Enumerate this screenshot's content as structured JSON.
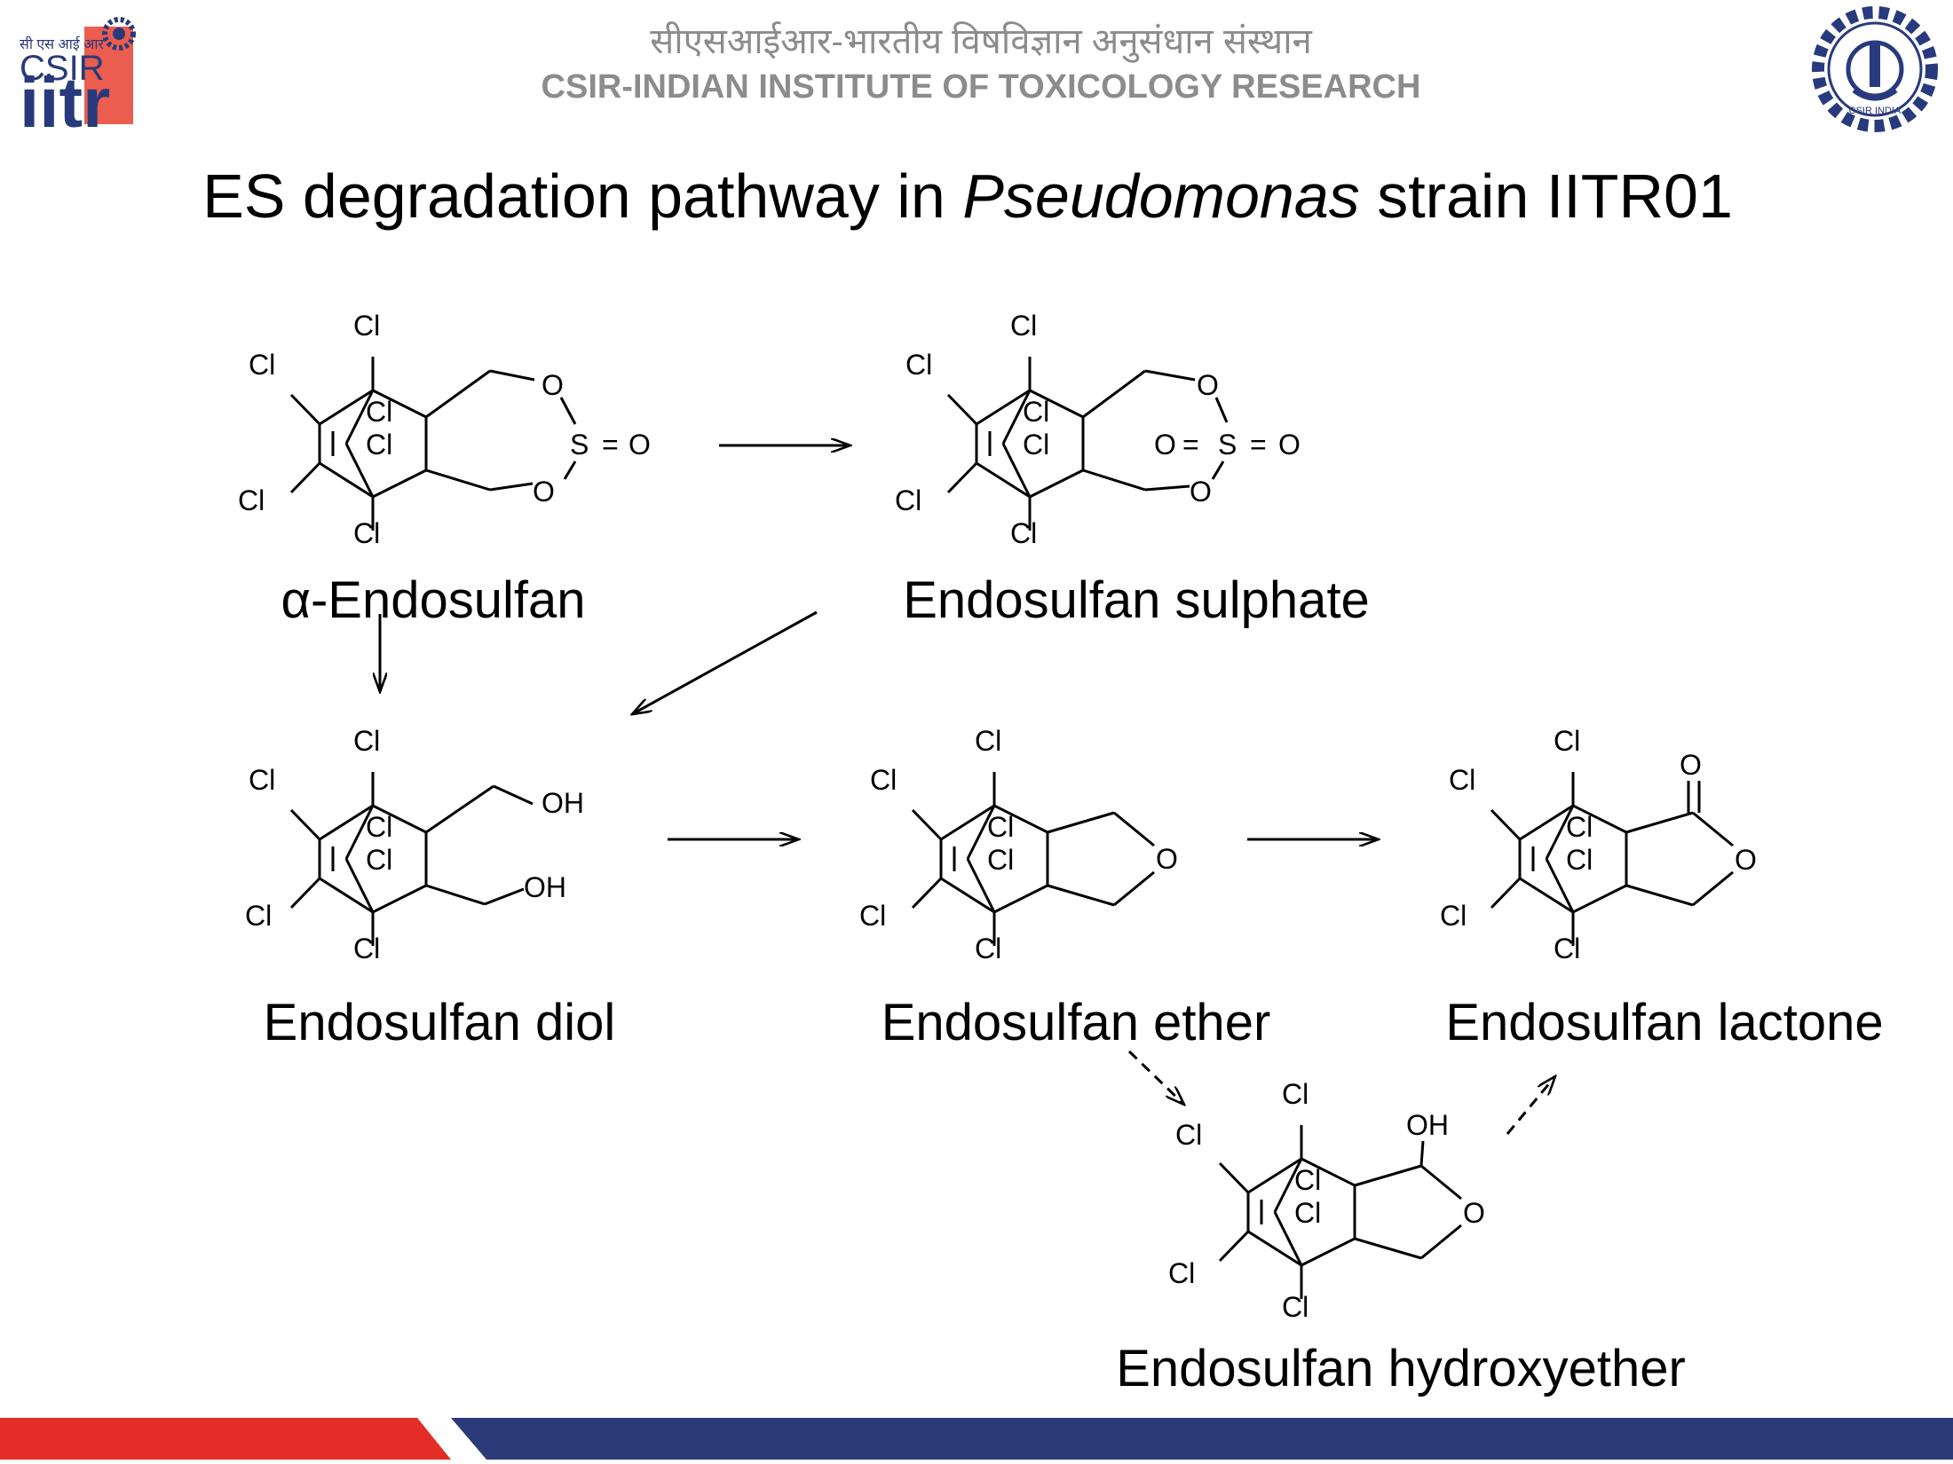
{
  "header": {
    "hindi_name": "सीएसआईआर-भारतीय विषविज्ञान अनुसंधान संस्थान",
    "english_name": "CSIR-INDIAN INSTITUTE OF TOXICOLOGY RESEARCH",
    "logo_left_text_top": "CSIR",
    "logo_left_text_bottom": "iitr",
    "logo_left_small_text": "सी एस आई आर",
    "seal_text": "CSIR INDIA"
  },
  "title": {
    "prefix": "ES degradation pathway in ",
    "italic": "Pseudomonas",
    "suffix": " strain IITR01"
  },
  "atoms": {
    "cl": "Cl",
    "o": "O",
    "s": "S",
    "oh": "OH",
    "eq": "="
  },
  "compounds": {
    "alpha_endosulfan": "α-Endosulfan",
    "sulphate": "Endosulfan  sulphate",
    "diol": "Endosulfan diol",
    "ether": "Endosulfan  ether",
    "lactone": "Endosulfan  lactone",
    "hydroxyether": "Endosulfan hydroxyether"
  },
  "colors": {
    "footer_red": "#e32d26",
    "footer_blue": "#2b3a78",
    "logo_red": "#e8412f",
    "logo_blue": "#283a7d",
    "header_gray": "#8c8c8c"
  }
}
